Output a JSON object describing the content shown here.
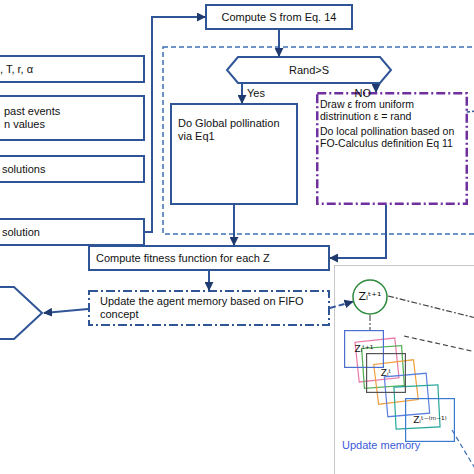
{
  "diagram": {
    "nodes": [
      {
        "text": [
          ", T, r, α"
        ]
      },
      {
        "text": [
          "past events n values"
        ]
      },
      {
        "text": [
          "solutions"
        ]
      },
      {
        "text": [
          "solution"
        ]
      },
      {
        "text": [
          "Compute S from Eq. 14"
        ]
      },
      {
        "text": [
          "Rand>S"
        ]
      },
      {
        "text": [
          "Do Global pollination via Eq1"
        ]
      },
      {
        "text": [
          "Draw ε from uniform distrinution ε = rand",
          "Do local pollination based on FO-Calculus definition Eq 11"
        ]
      },
      {
        "text": [
          "Compute fitness function for each Z"
        ]
      },
      {
        "text": [
          "Update the agent memory based on FIFO concept"
        ]
      },
      {
        "text": [
          "Update memory"
        ]
      },
      {
        "text": [
          "Zᵢᵗ⁺¹"
        ],
        "in": 10
      },
      {
        "text": [
          "Zᵢᵗ⁺¹"
        ],
        "in": 10
      },
      {
        "text": [
          "Zᵢᵗ"
        ],
        "in": 10
      },
      {
        "text": [
          "Zᵢᵗ⁻⁽ᵐ⁻¹⁾"
        ],
        "in": 10
      }
    ],
    "edges": [
      {
        "from": 3,
        "to": 4,
        "arrow": "to"
      },
      {
        "from": 4,
        "to": 5,
        "arrow": "to"
      },
      {
        "from": 5,
        "to": 6,
        "label": "Yes",
        "arrow": "to"
      },
      {
        "from": 5,
        "to": 7,
        "label": "NO",
        "arrow": "to"
      },
      {
        "from": 6,
        "to": 8,
        "arrow": "to"
      },
      {
        "from": 7,
        "to": 8,
        "arrow": "to"
      },
      {
        "from": 8,
        "to": 9,
        "arrow": "to"
      },
      {
        "from": 9,
        "to": 11,
        "arrow": "to"
      },
      {
        "from": 11,
        "to": 12,
        "arrow": "none"
      }
    ]
  }
}
